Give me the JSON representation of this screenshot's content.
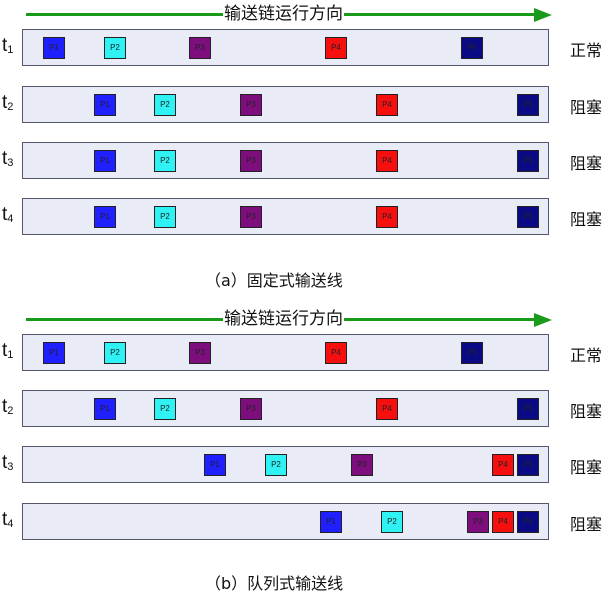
{
  "arrow_label": "输送链运行方向",
  "colors": {
    "P1": "#1f1fff",
    "P2": "#2ff2f5",
    "P3": "#7e0e7e",
    "P4": "#f50f0f",
    "P5": "#0a0a84"
  },
  "panels": [
    {
      "caption": "（a）固定式输送线",
      "rows": [
        {
          "t": "1",
          "state": "正常",
          "boxes": [
            {
              "label": "P1",
              "pos": 0.04
            },
            {
              "label": "P2",
              "pos": 0.16
            },
            {
              "label": "P3",
              "pos": 0.33
            },
            {
              "label": "P4",
              "pos": 0.6
            },
            {
              "label": "P5",
              "pos": 0.87
            }
          ]
        },
        {
          "t": "2",
          "state": "阻塞",
          "boxes": [
            {
              "label": "P1",
              "pos": 0.14
            },
            {
              "label": "P2",
              "pos": 0.26
            },
            {
              "label": "P3",
              "pos": 0.43
            },
            {
              "label": "P4",
              "pos": 0.7
            },
            {
              "label": "P5",
              "pos": 0.98
            }
          ]
        },
        {
          "t": "3",
          "state": "阻塞",
          "boxes": [
            {
              "label": "P1",
              "pos": 0.14
            },
            {
              "label": "P2",
              "pos": 0.26
            },
            {
              "label": "P3",
              "pos": 0.43
            },
            {
              "label": "P4",
              "pos": 0.7
            },
            {
              "label": "P5",
              "pos": 0.98
            }
          ]
        },
        {
          "t": "4",
          "state": "阻塞",
          "boxes": [
            {
              "label": "P1",
              "pos": 0.14
            },
            {
              "label": "P2",
              "pos": 0.26
            },
            {
              "label": "P3",
              "pos": 0.43
            },
            {
              "label": "P4",
              "pos": 0.7
            },
            {
              "label": "P5",
              "pos": 0.98
            }
          ]
        }
      ]
    },
    {
      "caption": "（b）队列式输送线",
      "rows": [
        {
          "t": "1",
          "state": "正常",
          "boxes": [
            {
              "label": "P1",
              "pos": 0.04
            },
            {
              "label": "P2",
              "pos": 0.16
            },
            {
              "label": "P3",
              "pos": 0.33
            },
            {
              "label": "P4",
              "pos": 0.6
            },
            {
              "label": "P5",
              "pos": 0.87
            }
          ]
        },
        {
          "t": "2",
          "state": "阻塞",
          "boxes": [
            {
              "label": "P1",
              "pos": 0.14
            },
            {
              "label": "P2",
              "pos": 0.26
            },
            {
              "label": "P3",
              "pos": 0.43
            },
            {
              "label": "P4",
              "pos": 0.7
            },
            {
              "label": "P5",
              "pos": 0.98
            }
          ]
        },
        {
          "t": "3",
          "state": "阻塞",
          "boxes": [
            {
              "label": "P1",
              "pos": 0.36
            },
            {
              "label": "P2",
              "pos": 0.48
            },
            {
              "label": "P3",
              "pos": 0.65
            },
            {
              "label": "P4",
              "pos": 0.93
            },
            {
              "label": "P5",
              "pos": 0.98
            }
          ]
        },
        {
          "t": "4",
          "state": "阻塞",
          "boxes": [
            {
              "label": "P1",
              "pos": 0.59
            },
            {
              "label": "P2",
              "pos": 0.71
            },
            {
              "label": "P3",
              "pos": 0.88
            },
            {
              "label": "P4",
              "pos": 0.93
            },
            {
              "label": "P5",
              "pos": 0.98
            }
          ]
        }
      ]
    }
  ]
}
